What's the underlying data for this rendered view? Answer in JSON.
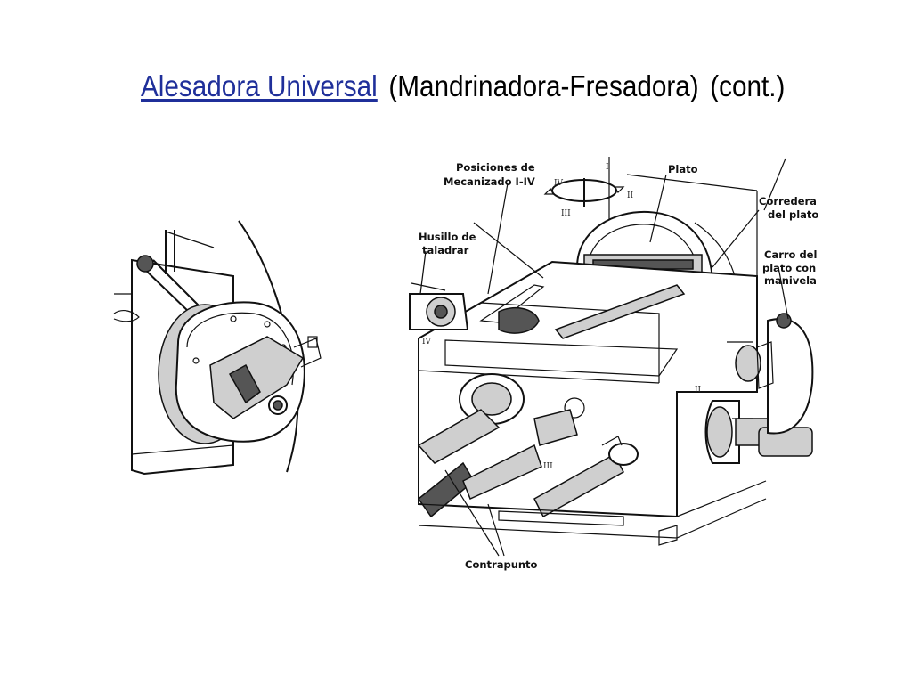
{
  "title": {
    "main": "Alesadora Universal",
    "subtitle": "(Mandrinadora-Fresadora)",
    "suffix": "(cont.)"
  },
  "labels": {
    "posiciones_1": "Posiciones de",
    "posiciones_2": "Mecanizado I-IV",
    "plato": "Plato",
    "corredera_1": "Corredera",
    "corredera_2": "del plato",
    "husillo_1": "Husillo de",
    "husillo_2": "taladrar",
    "carro_1": "Carro del",
    "carro_2": "plato con",
    "carro_3": "manivela",
    "contrapunto": "Contrapunto"
  },
  "roman": {
    "i": "I",
    "ii": "II",
    "iii": "III",
    "iv": "IV",
    "iv2": "IV",
    "ii2": "II",
    "iii2": "III"
  }
}
